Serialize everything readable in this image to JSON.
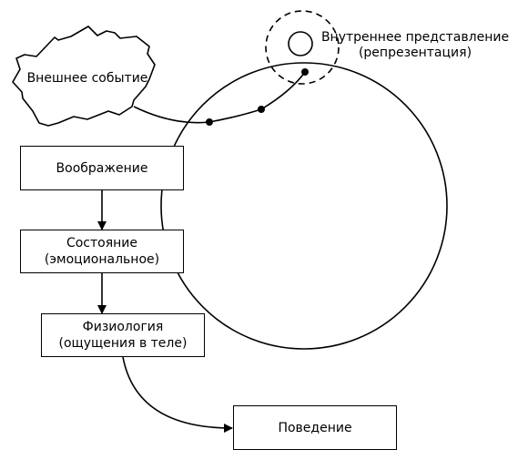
{
  "nodes": {
    "external_event": "Внешнее событие",
    "internal_rep_line1": "Внутреннее представление",
    "internal_rep_line2": "(репрезентация)",
    "imagination": "Воображение",
    "state_line1": "Состояние",
    "state_line2": "(эмоциональное)",
    "physiology_line1": "Физиология",
    "physiology_line2": "(ощущения в теле)",
    "behavior": "Поведение"
  }
}
